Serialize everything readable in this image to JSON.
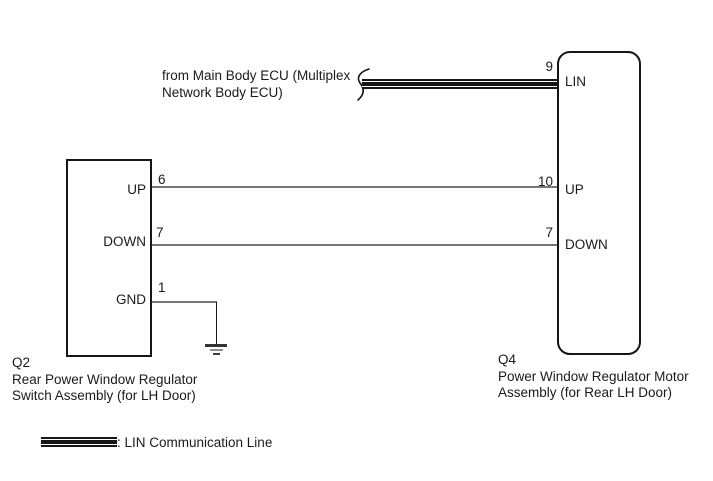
{
  "note": {
    "line1": "from Main Body ECU (Multiplex",
    "line2": "Network Body ECU)"
  },
  "components": {
    "q2": {
      "ref": "Q2",
      "desc1": "Rear Power Window Regulator",
      "desc2": "Switch Assembly (for LH Door)",
      "pins": [
        {
          "label": "UP",
          "number": "6"
        },
        {
          "label": "DOWN",
          "number": "7"
        },
        {
          "label": "GND",
          "number": "1"
        }
      ]
    },
    "q4": {
      "ref": "Q4",
      "desc1": "Power Window Regulator Motor",
      "desc2": "Assembly (for Rear LH Door)",
      "pins": [
        {
          "label": "LIN",
          "number": "9"
        },
        {
          "label": "UP",
          "number": "10"
        },
        {
          "label": "DOWN",
          "number": "7"
        }
      ]
    }
  },
  "legend": {
    "text": ": LIN Communication Line"
  },
  "colors": {
    "background": "#ffffff",
    "wire": "#777777",
    "outline": "#161616",
    "text": "#1a1a1a"
  }
}
